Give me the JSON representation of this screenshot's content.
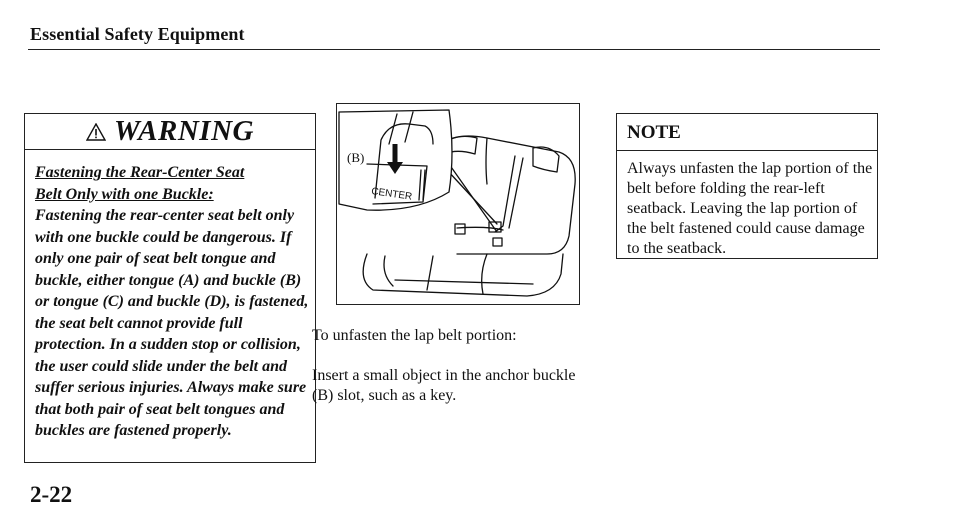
{
  "header": {
    "section_title": "Essential Safety Equipment"
  },
  "warning": {
    "heading": "WARNING",
    "title_line1": "Fastening the Rear-Center Seat",
    "title_line2": "Belt Only with one Buckle:",
    "text": "Fastening the rear-center seat belt only with one buckle could be dangerous. If only one pair of seat belt tongue and buckle, either tongue (A) and buckle (B) or tongue (C) and buckle (D), is fastened, the seat belt cannot provide full protection. In a sudden stop or collision, the user could slide under the belt and suffer serious injuries. Always make sure that both pair of seat belt tongues and buckles are fastened properly."
  },
  "illustration": {
    "label_b": "(B)",
    "label_center": "CENTER"
  },
  "instructions": {
    "caption": "To unfasten the lap belt portion:",
    "step": "Insert a small object in the anchor buckle (B) slot, such as a key."
  },
  "note": {
    "heading": "NOTE",
    "text": "Always unfasten the lap portion of the belt before folding the rear-left seatback. Leaving the lap portion of the belt fastened could cause damage to the seatback."
  },
  "footer": {
    "page_number": "2-22"
  }
}
